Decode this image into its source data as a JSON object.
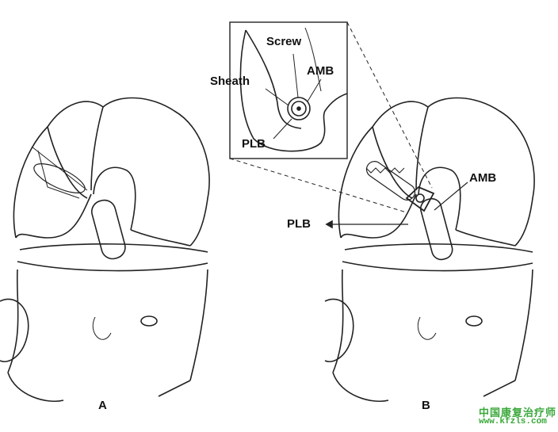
{
  "inset_labels": {
    "screw": "Screw",
    "amb": "AMB",
    "sheath": "Sheath",
    "plb": "PLB"
  },
  "panel_b_labels": {
    "amb": "AMB",
    "plb": "PLB"
  },
  "panels": {
    "a": "A",
    "b": "B"
  },
  "watermark": {
    "line1": "中国康复治疗师",
    "line2": "www.kfzls.com"
  }
}
